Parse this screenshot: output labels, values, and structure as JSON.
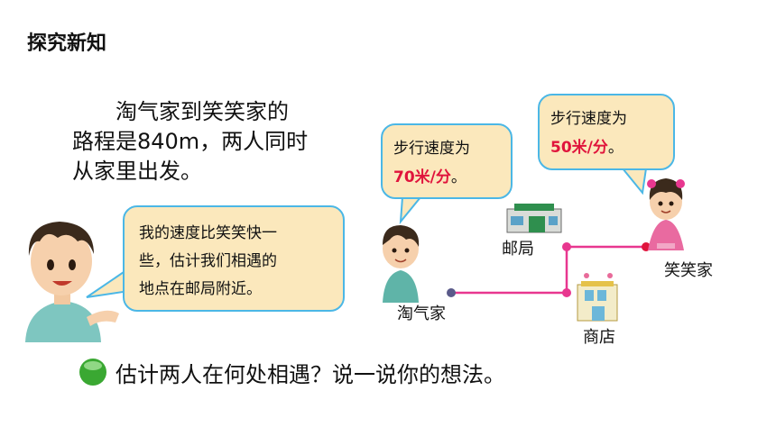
{
  "section_title": "探究新知",
  "problem": {
    "line1": "淘气家到笑笑家的",
    "line2": "路程是840m，两人同时",
    "line3": "从家里出发。"
  },
  "boy_bubble": {
    "line1": "我的速度比笑笑快一",
    "line2": "些，估计我们相遇的",
    "line3": "地点在邮局附近。"
  },
  "taoqi_bubble": {
    "line1": "步行速度为",
    "speed": "70米/分",
    "end": "。"
  },
  "xiaoxiao_bubble": {
    "line1": "步行速度为",
    "speed": "50米/分",
    "end": "。"
  },
  "map": {
    "post_office": "邮局",
    "shop": "商店",
    "taoqi_home": "淘气家",
    "xiaoxiao_home": "笑笑家"
  },
  "question": "估计两人在何处相遇？说一说你的想法。",
  "colors": {
    "bubble_fill": "#fbe8bc",
    "bubble_border": "#4bb7e6",
    "route": "#e8378f",
    "highlight": "#e0143c",
    "green_bullet": "#3aa832"
  }
}
